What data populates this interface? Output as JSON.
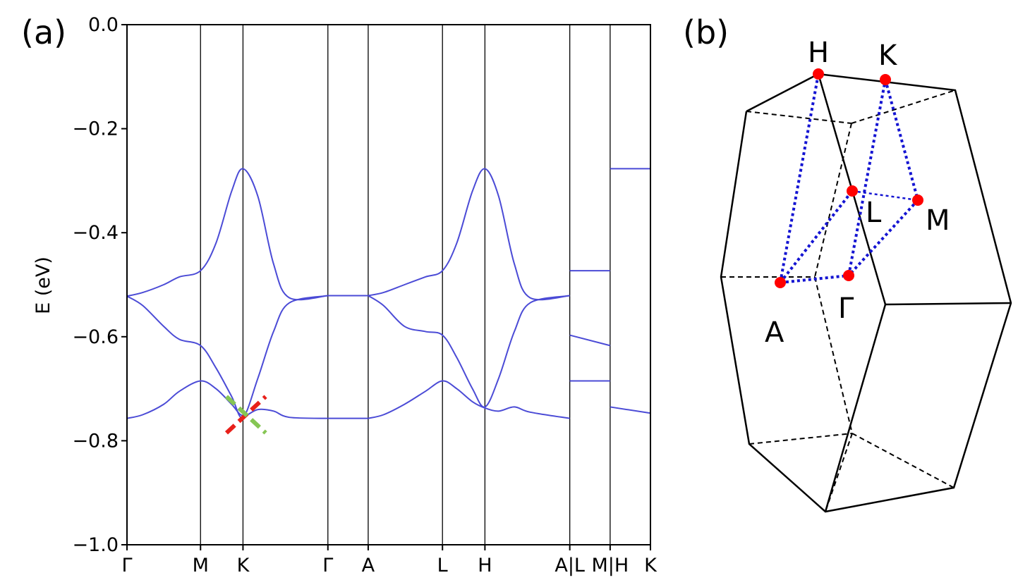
{
  "panels": {
    "a_label": "(a)",
    "b_label": "(b)"
  },
  "chart_data": [
    {
      "type": "line",
      "panel": "(a)",
      "title": "",
      "xlabel": "",
      "ylabel": "E (eV)",
      "ylim": [
        -1.0,
        0.0
      ],
      "yticks": [
        0.0,
        -0.2,
        -0.4,
        -0.6,
        -0.8,
        -1.0
      ],
      "ytick_labels": [
        "0.0",
        "−0.2",
        "−0.4",
        "−0.6",
        "−0.8",
        "−1.0"
      ],
      "kpath_positions": [
        0.0,
        0.1405,
        0.2216,
        0.3838,
        0.4608,
        0.6027,
        0.6838,
        0.8459,
        0.923,
        1.0
      ],
      "xtick_labels": [
        "Γ",
        "M",
        "K",
        "Γ",
        "A",
        "L",
        "H",
        "A|L",
        "M|H",
        "K"
      ],
      "grid": false,
      "line_color": "#4b4bd6",
      "segments": [
        {
          "path": "Γ-M-K-Γ",
          "x_range": [
            0.0,
            0.3838
          ],
          "series": [
            {
              "x": [
                0.0,
                0.03,
                0.07,
                0.1,
                0.1405,
                0.17,
                0.2,
                0.2216,
                0.25,
                0.28,
                0.31,
                0.3838
              ],
              "values": [
                -0.522,
                -0.515,
                -0.5,
                -0.485,
                -0.473,
                -0.42,
                -0.32,
                -0.277,
                -0.33,
                -0.46,
                -0.525,
                -0.521
              ]
            },
            {
              "x": [
                0.0,
                0.03,
                0.07,
                0.1,
                0.1405,
                0.17,
                0.2,
                0.2216,
                0.25,
                0.28,
                0.31,
                0.3838
              ],
              "values": [
                -0.522,
                -0.54,
                -0.58,
                -0.605,
                -0.617,
                -0.66,
                -0.715,
                -0.755,
                -0.68,
                -0.59,
                -0.535,
                -0.521
              ]
            },
            {
              "x": [
                0.0,
                0.03,
                0.07,
                0.1,
                0.1405,
                0.17,
                0.2,
                0.2216,
                0.25,
                0.28,
                0.31,
                0.3838
              ],
              "values": [
                -0.757,
                -0.75,
                -0.73,
                -0.705,
                -0.685,
                -0.7,
                -0.73,
                -0.752,
                -0.74,
                -0.743,
                -0.755,
                -0.757
              ]
            }
          ]
        },
        {
          "path": "Γ-A",
          "x_range": [
            0.3838,
            0.4608
          ],
          "series": [
            {
              "x": [
                0.3838,
                0.4608
              ],
              "values": [
                -0.521,
                -0.521
              ]
            },
            {
              "x": [
                0.3838,
                0.4608
              ],
              "values": [
                -0.757,
                -0.757
              ]
            }
          ]
        },
        {
          "path": "A-L-H-A",
          "x_range": [
            0.4608,
            0.8459
          ],
          "series": [
            {
              "x": [
                0.4608,
                0.49,
                0.53,
                0.57,
                0.6027,
                0.63,
                0.66,
                0.6838,
                0.71,
                0.74,
                0.77,
                0.8459
              ],
              "values": [
                -0.521,
                -0.515,
                -0.5,
                -0.485,
                -0.473,
                -0.42,
                -0.32,
                -0.277,
                -0.33,
                -0.46,
                -0.525,
                -0.521
              ]
            },
            {
              "x": [
                0.4608,
                0.49,
                0.53,
                0.57,
                0.6027,
                0.63,
                0.66,
                0.6838,
                0.71,
                0.74,
                0.77,
                0.8459
              ],
              "values": [
                -0.521,
                -0.54,
                -0.58,
                -0.59,
                -0.597,
                -0.64,
                -0.7,
                -0.735,
                -0.68,
                -0.59,
                -0.535,
                -0.521
              ]
            },
            {
              "x": [
                0.4608,
                0.49,
                0.53,
                0.57,
                0.6027,
                0.63,
                0.66,
                0.6838,
                0.71,
                0.74,
                0.77,
                0.8459
              ],
              "values": [
                -0.757,
                -0.75,
                -0.73,
                -0.705,
                -0.685,
                -0.7,
                -0.725,
                -0.737,
                -0.743,
                -0.735,
                -0.745,
                -0.757
              ]
            }
          ]
        },
        {
          "path": "L-M",
          "x_range": [
            0.8459,
            0.923
          ],
          "series": [
            {
              "x": [
                0.8459,
                0.923
              ],
              "values": [
                -0.473,
                -0.473
              ]
            },
            {
              "x": [
                0.8459,
                0.923
              ],
              "values": [
                -0.597,
                -0.617
              ]
            },
            {
              "x": [
                0.8459,
                0.923
              ],
              "values": [
                -0.685,
                -0.685
              ]
            }
          ]
        },
        {
          "path": "H-K",
          "x_range": [
            0.923,
            1.0
          ],
          "series": [
            {
              "x": [
                0.923,
                1.0
              ],
              "values": [
                -0.277,
                -0.277
              ]
            },
            {
              "x": [
                0.923,
                1.0
              ],
              "values": [
                -0.735,
                -0.747
              ]
            }
          ]
        }
      ],
      "annotations": [
        {
          "type": "dashed-line",
          "color": "#e8201a",
          "x": [
            0.19,
            0.265
          ],
          "values": [
            -0.785,
            -0.715
          ]
        },
        {
          "type": "dashed-line",
          "color": "#86c654",
          "x": [
            0.19,
            0.265
          ],
          "values": [
            -0.715,
            -0.785
          ]
        }
      ]
    },
    {
      "type": "diagram",
      "panel": "(b)",
      "description_labels": [
        "H",
        "K",
        "L",
        "M",
        "A",
        "Γ"
      ],
      "high_symmetry_points": [
        {
          "label": "H",
          "color": "#ff0000"
        },
        {
          "label": "K",
          "color": "#ff0000"
        },
        {
          "label": "L",
          "color": "#ff0000"
        },
        {
          "label": "M",
          "color": "#ff0000"
        },
        {
          "label": "A",
          "color": "#ff0000"
        },
        {
          "label": "Γ",
          "color": "#ff0000"
        }
      ],
      "path_color": "#1414d2",
      "edge_color": "#000000"
    }
  ]
}
